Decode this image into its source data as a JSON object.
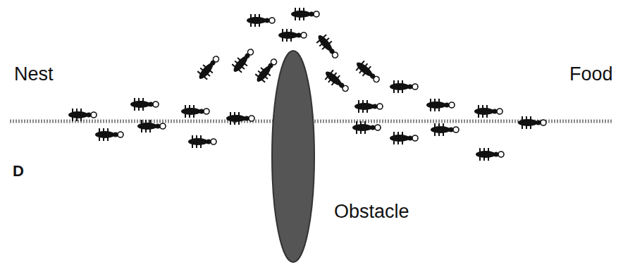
{
  "diagram": {
    "labels": [
      "Nest",
      "Food",
      "D",
      "Obstacle"
    ]
  }
}
